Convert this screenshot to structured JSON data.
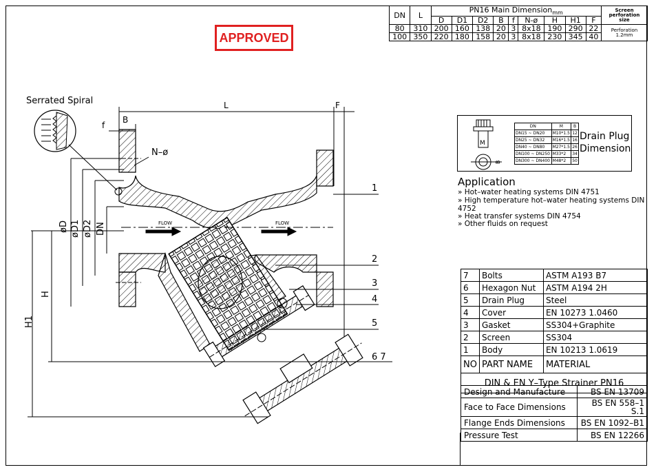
{
  "stamp": "APPROVED",
  "dimension_table": {
    "title": "PN16 Main Dimension",
    "unit": "mm",
    "headers": [
      "DN",
      "L",
      "D",
      "D1",
      "D2",
      "B",
      "f",
      "N-ø",
      "H",
      "H1",
      "F"
    ],
    "screen_header": "Screen perforation size",
    "rows": [
      [
        "80",
        "310",
        "200",
        "160",
        "138",
        "20",
        "3",
        "8x18",
        "190",
        "290",
        "22"
      ],
      [
        "100",
        "350",
        "220",
        "180",
        "158",
        "20",
        "3",
        "8x18",
        "230",
        "345",
        "40"
      ]
    ],
    "screen_value": "Perforation 1.2mm"
  },
  "drain_plug": {
    "title": "Drain Plug Dimension",
    "headers": [
      "DN",
      "M",
      "B"
    ],
    "rows": [
      [
        "DN15 ~ DN20",
        "M10*1.5",
        "12"
      ],
      [
        "DN25 ~ DN32",
        "M16*1.5",
        "16"
      ],
      [
        "DN40 ~ DN80",
        "M27*1.5",
        "26"
      ],
      [
        "DN100 ~ DN250",
        "M33*2",
        "34"
      ],
      [
        "DN300 ~ DN400",
        "M48*2",
        "50"
      ]
    ],
    "label_m": "M",
    "label_b": "B"
  },
  "application": {
    "title": "Application",
    "items": [
      "» Hot–water heating systems DIN 4751",
      "» High temperature hot–water heating systems DIN",
      "4752",
      "» Heat transfer systems DIN 4754",
      "» Other fluids on request"
    ]
  },
  "parts": {
    "rows": [
      [
        "7",
        "Bolts",
        "ASTM A193 B7"
      ],
      [
        "6",
        "Hexagon Nut",
        "ASTM A194 2H"
      ],
      [
        "5",
        "Drain Plug",
        "Steel"
      ],
      [
        "4",
        "Cover",
        "EN 10273 1.0460"
      ],
      [
        "3",
        "Gasket",
        "SS304+Graphite"
      ],
      [
        "2",
        "Screen",
        "SS304"
      ],
      [
        "1",
        "Body",
        "EN 10213 1.0619"
      ]
    ],
    "header": [
      "NO",
      "PART NAME",
      "MATERIAL"
    ],
    "product_title": "DIN & EN Y–Type Strainer PN16"
  },
  "standards": [
    [
      "Design and Manufacture",
      "BS EN 13709"
    ],
    [
      "Face to Face Dimensions",
      "BS EN 558–1 S.1"
    ],
    [
      "Flange Ends Dimensions",
      "BS EN 1092–B1"
    ],
    [
      "Pressure Test",
      "BS EN 12266"
    ]
  ],
  "drawing": {
    "serrated_spiral": "Serrated Spiral",
    "label_L": "L",
    "label_F": "F",
    "label_f": "f",
    "label_B": "B",
    "label_N": "N–ø",
    "label_D": "øD",
    "label_D1": "øD1",
    "label_D2": "øD2",
    "label_DN": "DN",
    "label_H": "H",
    "label_H1": "H1",
    "flow": "FLOW",
    "callouts": [
      "1",
      "2",
      "3",
      "4",
      "5",
      "6 7"
    ]
  }
}
